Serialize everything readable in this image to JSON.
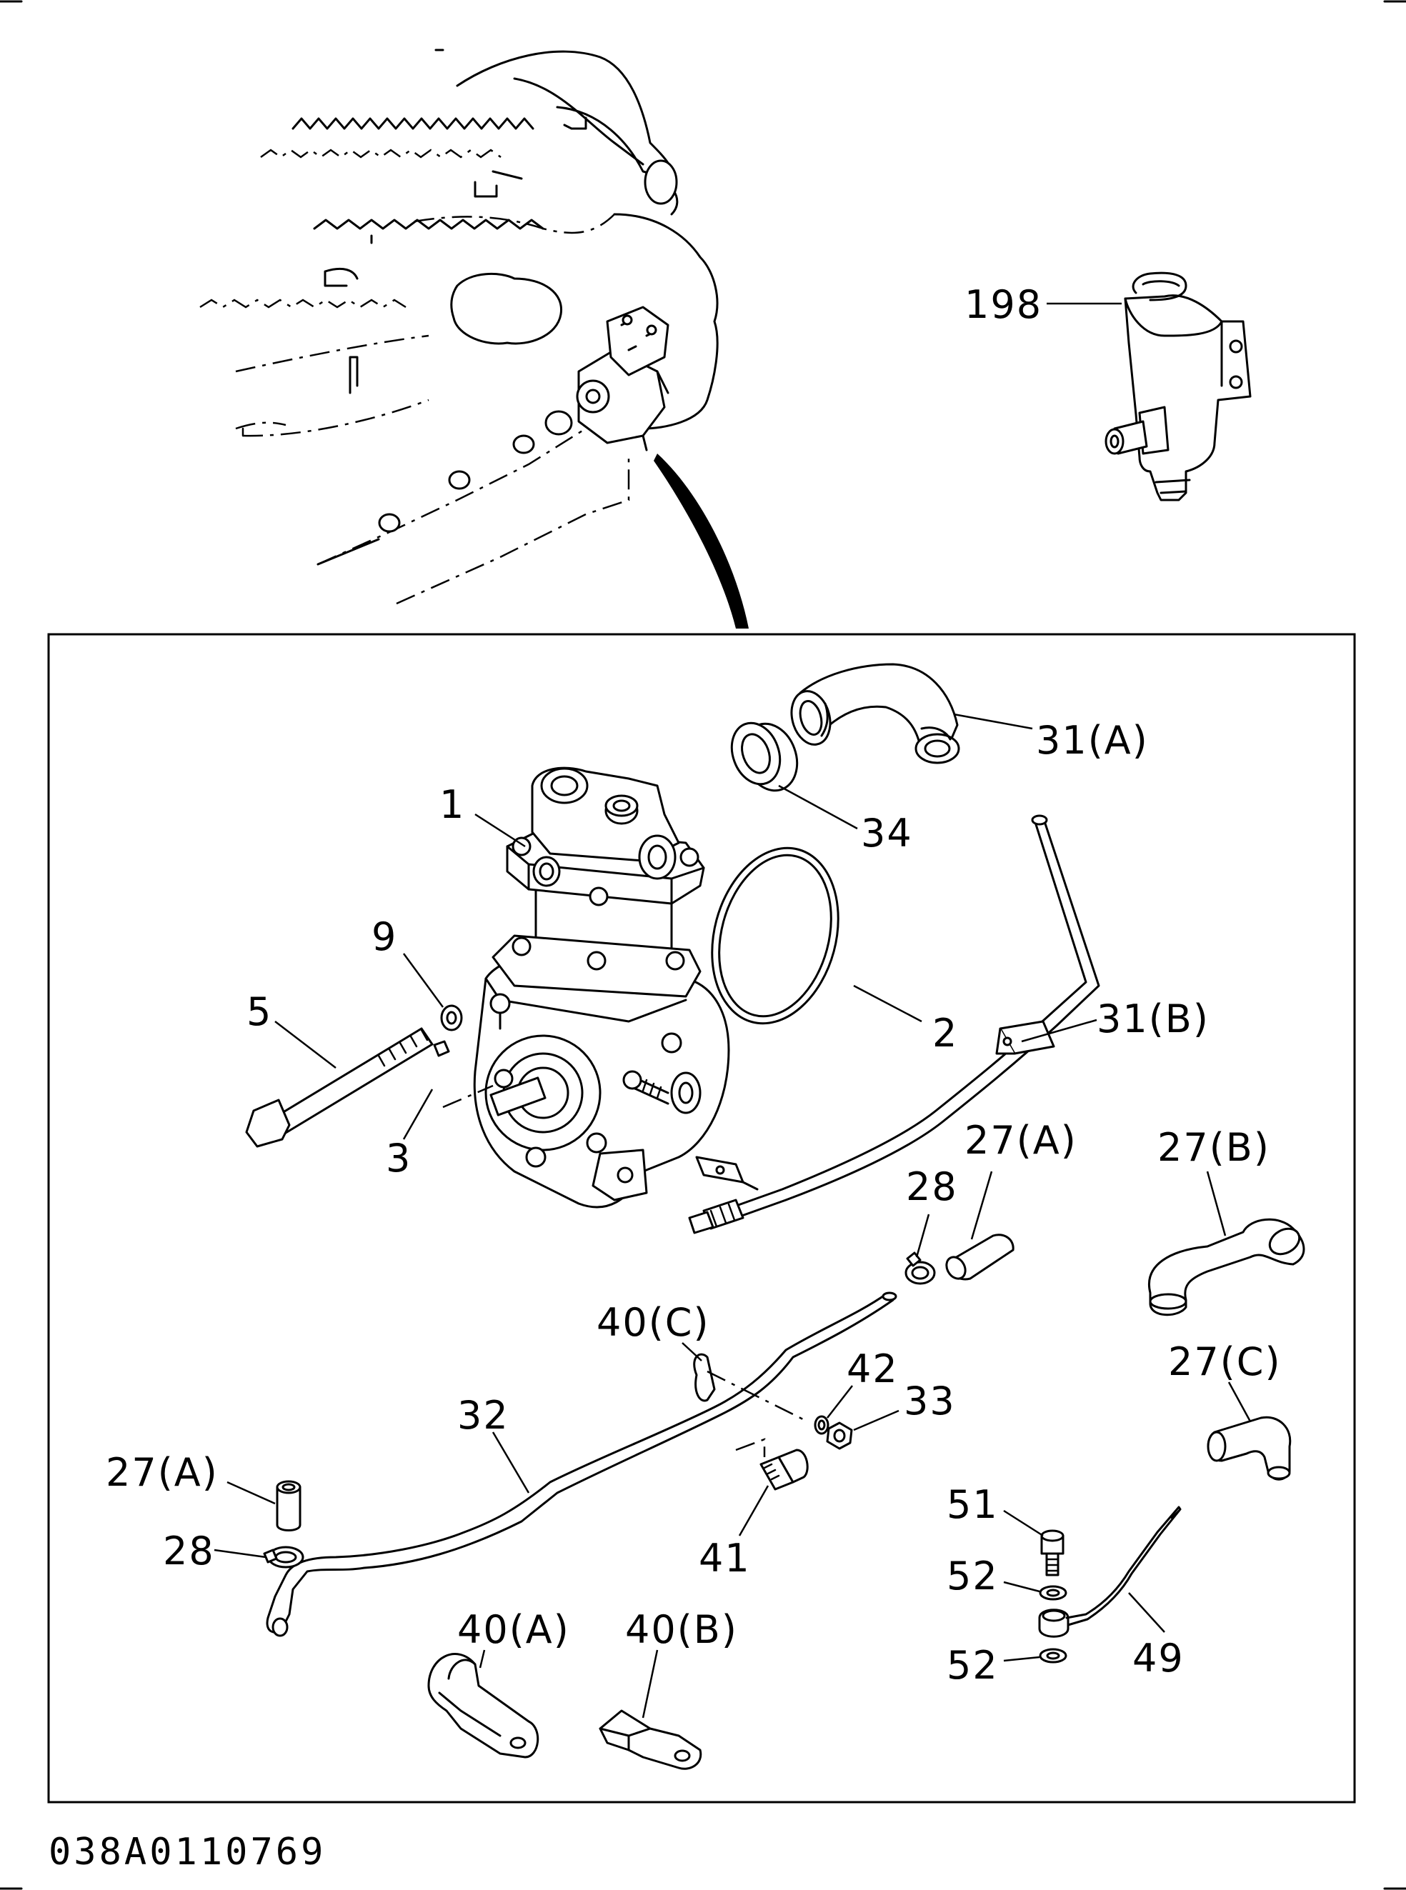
{
  "labels": {
    "l198": "198",
    "l31a": "31(A)",
    "l34": "34",
    "l1": "1",
    "l9": "9",
    "l5": "5",
    "l3": "3",
    "l2": "2",
    "l31b": "31(B)",
    "l27a_top": "27(A)",
    "l27b": "27(B)",
    "l28_top": "28",
    "l40c": "40(C)",
    "l42": "42",
    "l33": "33",
    "l32": "32",
    "l27c": "27(C)",
    "l27a_left": "27(A)",
    "l28_left": "28",
    "l41": "41",
    "l51": "51",
    "l52_top": "52",
    "l49": "49",
    "l52_bot": "52",
    "l40a": "40(A)",
    "l40b": "40(B)"
  },
  "footer": {
    "code": "038A0110769"
  }
}
